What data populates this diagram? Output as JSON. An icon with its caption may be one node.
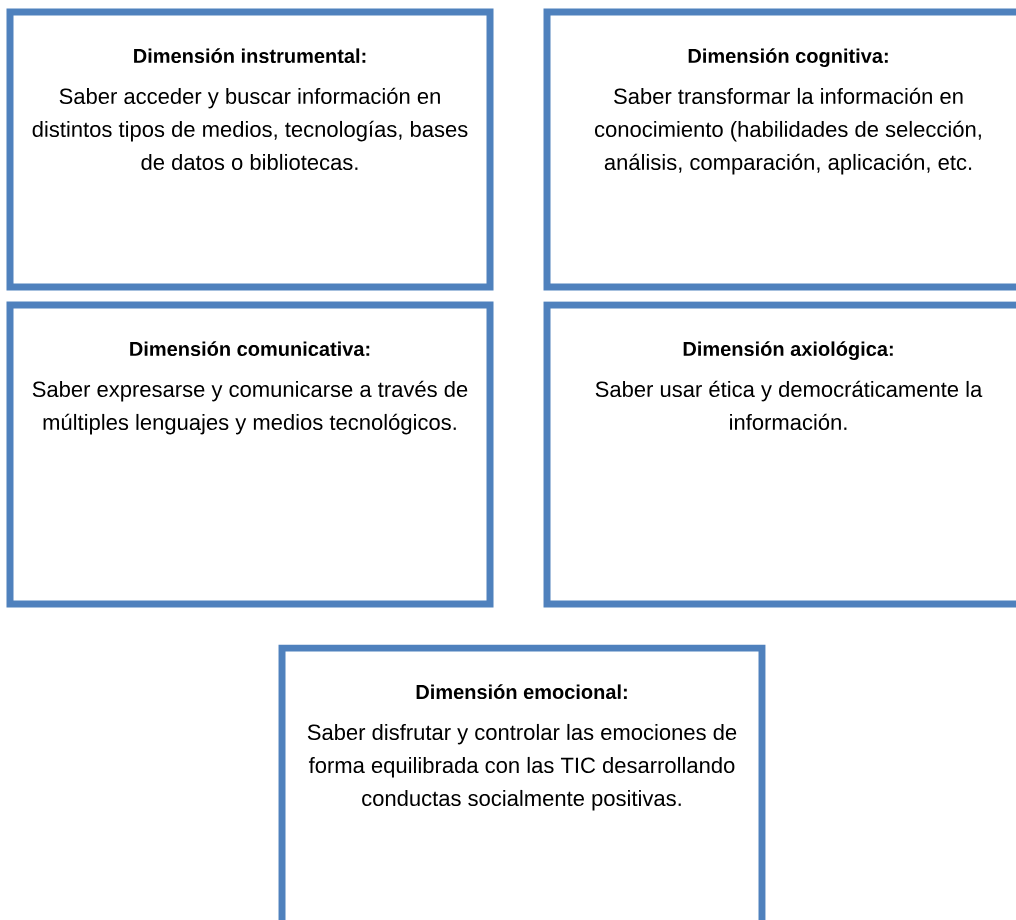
{
  "diagram": {
    "nodes": [
      {
        "text": [
          "Dimensión instrumental:",
          "Saber acceder y buscar información en distintos tipos de medios, tecnologías, bases de datos o bibliotecas."
        ]
      },
      {
        "text": [
          "Dimensión cognitiva:",
          "Saber transformar la información en conocimiento (habilidades de selección, análisis, comparación, aplicación, etc."
        ]
      },
      {
        "text": [
          "Dimensión comunicativa:",
          "Saber expresarse y comunicarse a través de múltiples lenguajes y medios tecnológicos."
        ]
      },
      {
        "text": [
          "Dimensión axiológica:",
          "Saber usar ética y democráticamente la información."
        ]
      },
      {
        "text": [
          "Dimensión emocional:",
          "Saber disfrutar y controlar las emociones de forma equilibrada con las TIC desarrollando conductas socialmente positivas."
        ]
      }
    ]
  }
}
